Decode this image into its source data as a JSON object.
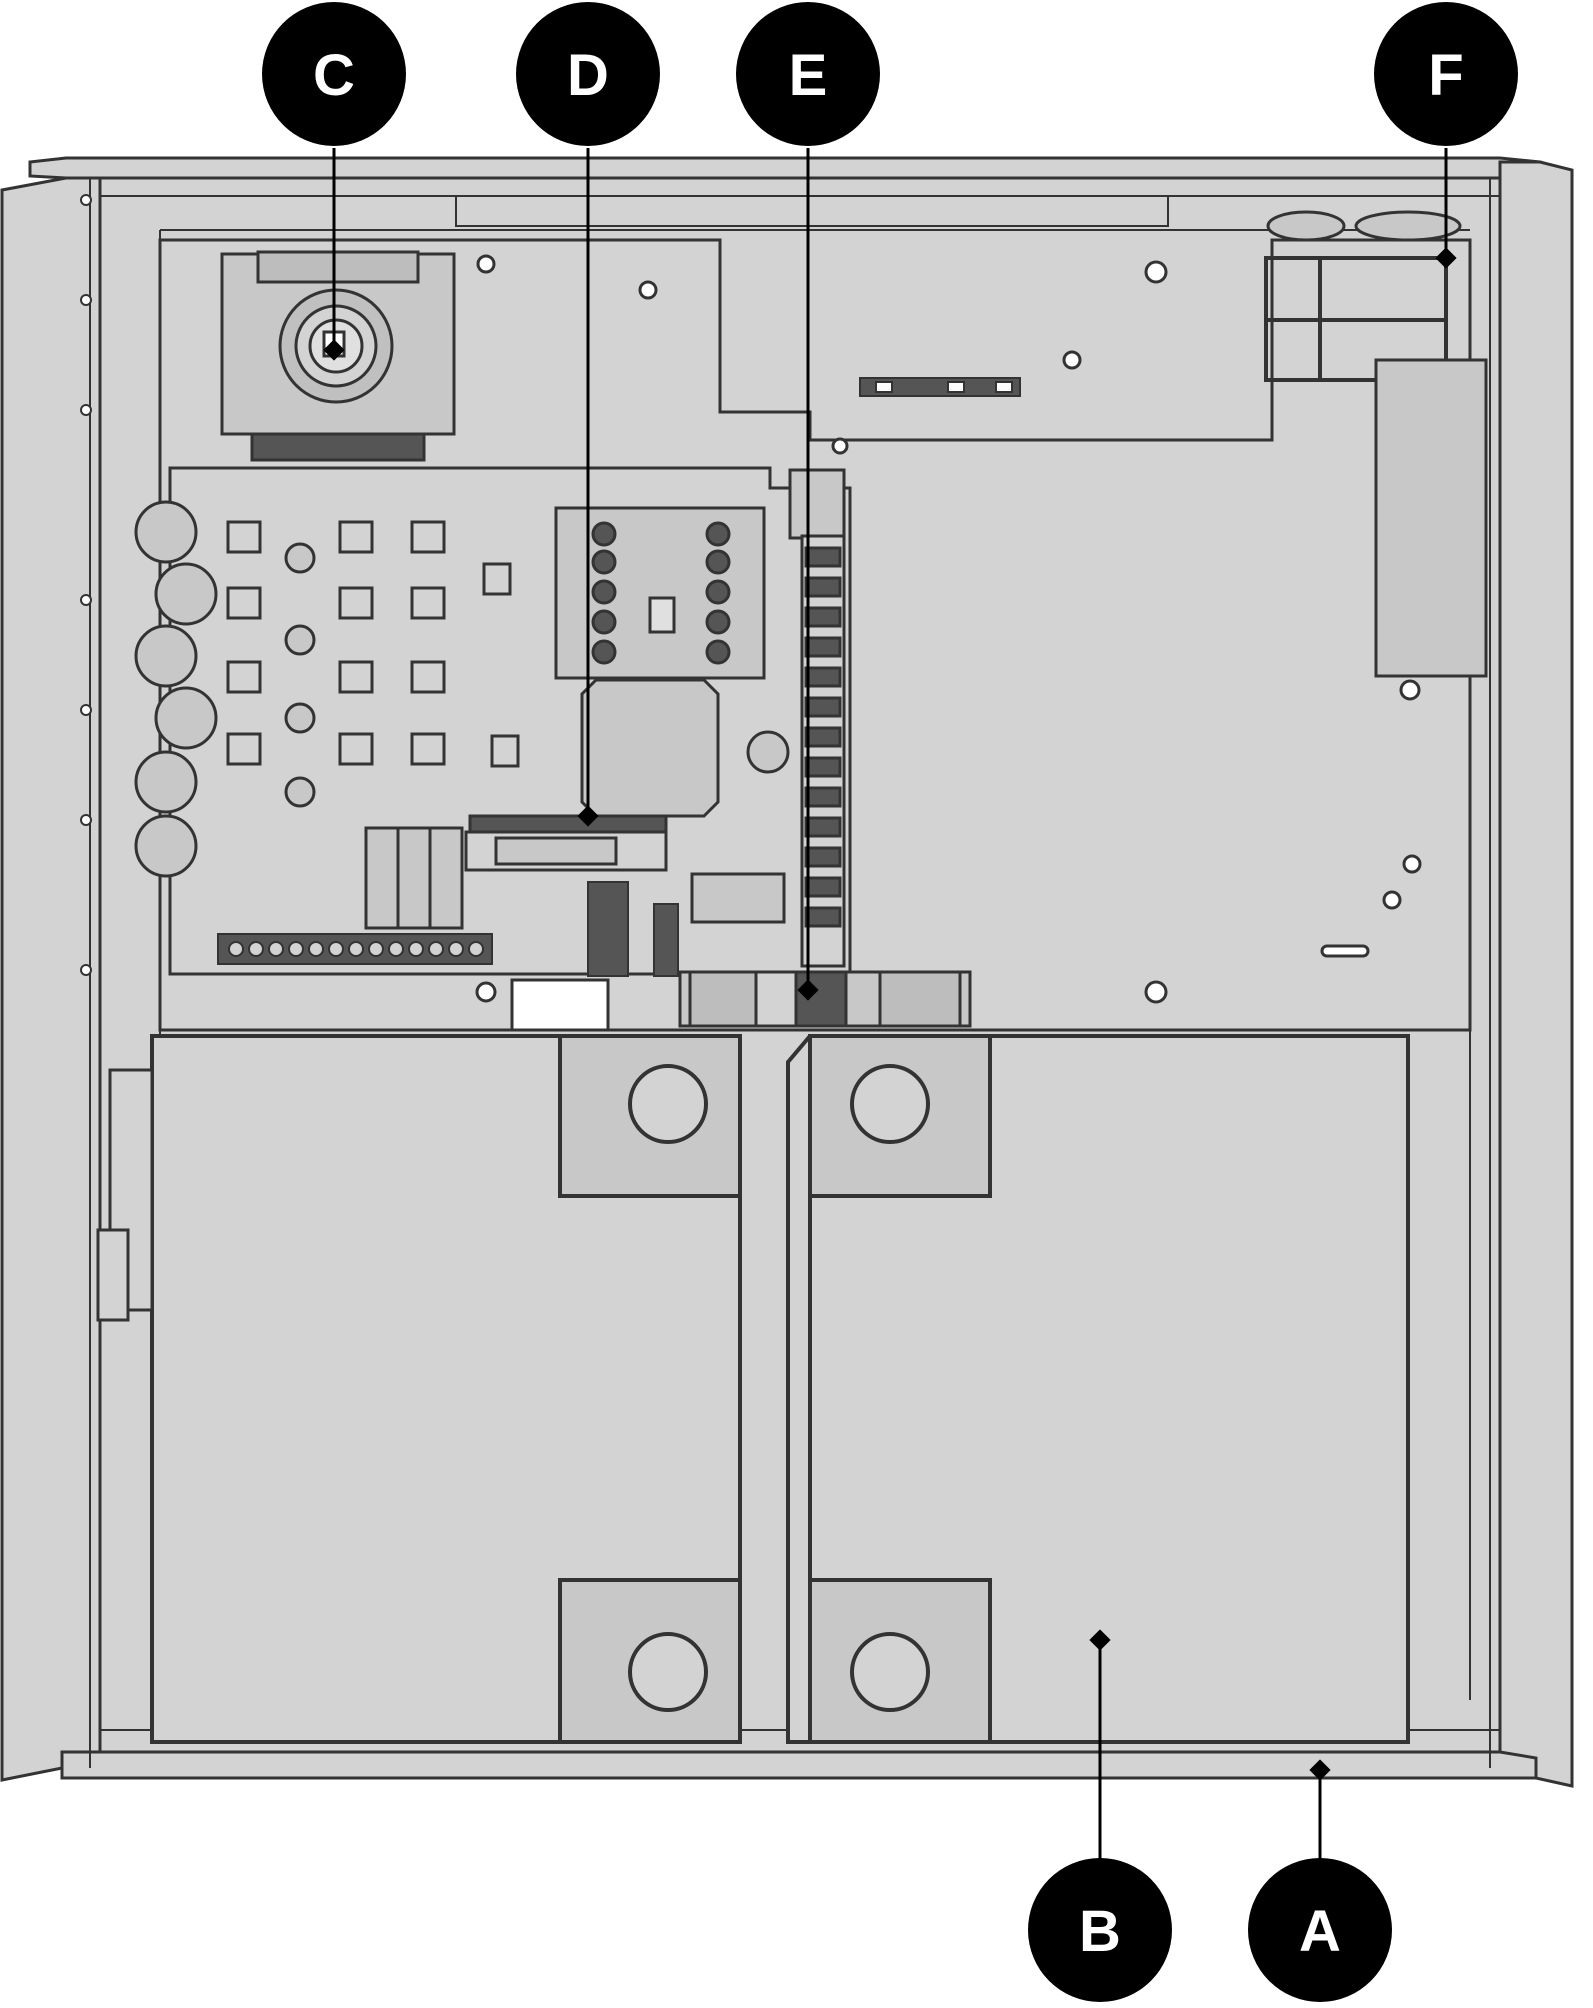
{
  "diagram": {
    "subject": "enclosure-interior-diagram",
    "colors": {
      "enclosure_fill": "#d3d3d3",
      "outline": "#333333",
      "callout_fill": "#000000",
      "callout_text": "#ffffff",
      "background": "#ffffff"
    },
    "callouts": [
      {
        "id": "A",
        "label": "A"
      },
      {
        "id": "B",
        "label": "B"
      },
      {
        "id": "C",
        "label": "C"
      },
      {
        "id": "D",
        "label": "D"
      },
      {
        "id": "E",
        "label": "E"
      },
      {
        "id": "F",
        "label": "F"
      }
    ]
  }
}
